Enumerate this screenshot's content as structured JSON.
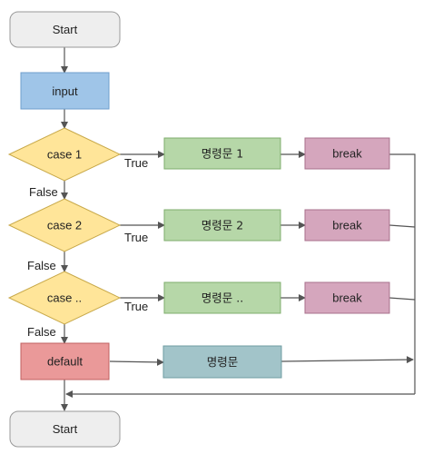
{
  "nodes": {
    "start_top": {
      "label": "Start",
      "fill": "#eeeeee",
      "stroke": "#999999"
    },
    "input": {
      "label": "input",
      "fill": "#9fc5e8",
      "stroke": "#6f9fcc"
    },
    "case1": {
      "label": "case 1",
      "fill": "#ffe599",
      "stroke": "#c8a94a"
    },
    "case2": {
      "label": "case 2",
      "fill": "#ffe599",
      "stroke": "#c8a94a"
    },
    "case3": {
      "label": "case ..",
      "fill": "#ffe599",
      "stroke": "#c8a94a"
    },
    "default": {
      "label": "default",
      "fill": "#ea9999",
      "stroke": "#c06060"
    },
    "stmt1": {
      "label": "명령문 1",
      "fill": "#b6d7a8",
      "stroke": "#7fae6c"
    },
    "stmt2": {
      "label": "명령문 2",
      "fill": "#b6d7a8",
      "stroke": "#7fae6c"
    },
    "stmt3": {
      "label": "명령문 ..",
      "fill": "#b6d7a8",
      "stroke": "#7fae6c"
    },
    "stmt_default": {
      "label": "명령문",
      "fill": "#a2c4c9",
      "stroke": "#6f9ca2"
    },
    "break1": {
      "label": "break",
      "fill": "#d5a6bd",
      "stroke": "#a8708c"
    },
    "break2": {
      "label": "break",
      "fill": "#d5a6bd",
      "stroke": "#a8708c"
    },
    "break3": {
      "label": "break",
      "fill": "#d5a6bd",
      "stroke": "#a8708c"
    },
    "start_bottom": {
      "label": "Start",
      "fill": "#eeeeee",
      "stroke": "#999999"
    }
  },
  "edge_labels": {
    "true1": "True",
    "true2": "True",
    "true3": "True",
    "false1": "False",
    "false2": "False",
    "false3": "False"
  }
}
